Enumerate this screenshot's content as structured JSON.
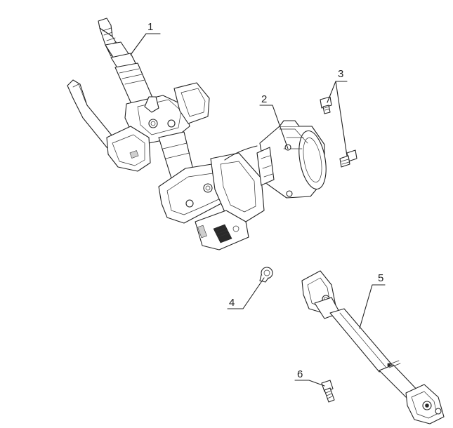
{
  "callouts": [
    {
      "id": "1",
      "label": "1"
    },
    {
      "id": "2",
      "label": "2"
    },
    {
      "id": "3",
      "label": "3"
    },
    {
      "id": "4",
      "label": "4"
    },
    {
      "id": "5",
      "label": "5"
    },
    {
      "id": "6",
      "label": "6"
    }
  ],
  "colors": {
    "line": "#222222",
    "background": "#ffffff"
  }
}
